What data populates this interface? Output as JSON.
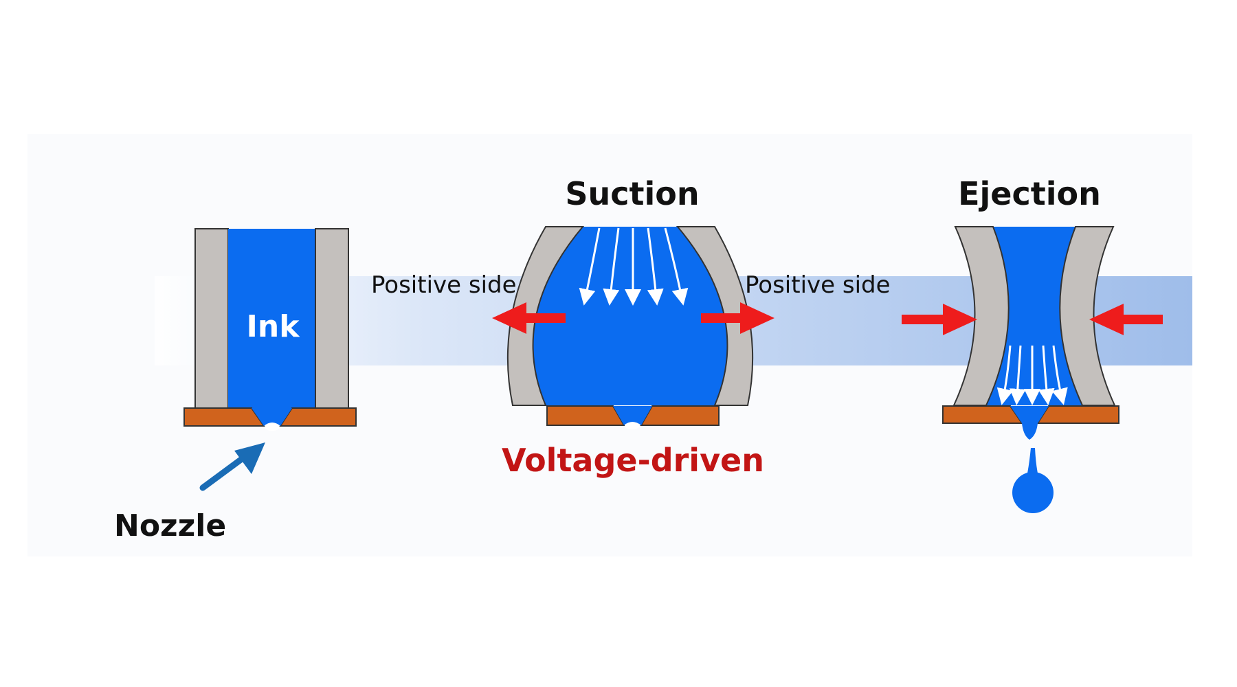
{
  "labels": {
    "suction": "Suction",
    "ejection": "Ejection",
    "ink": "Ink",
    "positive_side_left": "Positive side",
    "positive_side_right": "Positive side",
    "voltage_driven": "Voltage-driven",
    "nozzle": "Nozzle"
  },
  "colors": {
    "ink_blue": "#0b6cf0",
    "wall_gray": "#c4c0bd",
    "plate_orange": "#d0631d",
    "band_blue": "#9fbdea",
    "arrow_red": "#ee1c1c",
    "nozzle_arrow_blue": "#1a6cb5",
    "voltage_red": "#c21515",
    "ink_label_white": "#ffffff",
    "text_black": "#111111"
  },
  "icons": {
    "expansion_arrows": "red-outward-arrow-icon",
    "compression_arrows": "red-inward-arrow-icon",
    "flow_arrows": "white-down-arrow-icon",
    "nozzle_pointer": "blue-pointer-arrow-icon",
    "droplet": "ink-droplet-icon"
  }
}
